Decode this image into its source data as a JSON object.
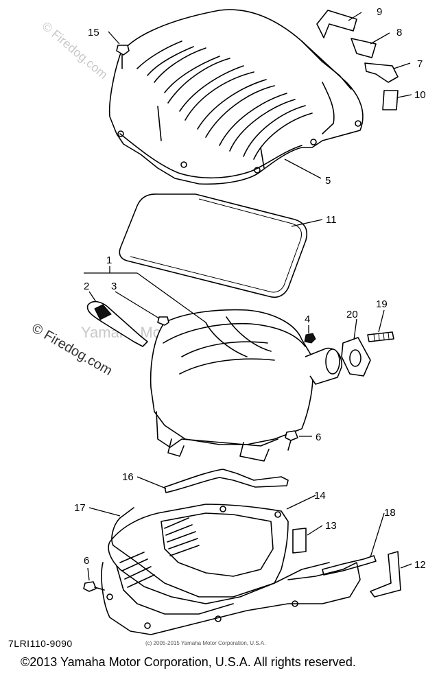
{
  "callouts": {
    "c1": "1",
    "c2": "2",
    "c3": "3",
    "c4": "4",
    "c5": "5",
    "c6a": "6",
    "c6b": "6",
    "c7": "7",
    "c8": "8",
    "c9": "9",
    "c10": "10",
    "c11": "11",
    "c12": "12",
    "c13": "13",
    "c14": "14",
    "c15": "15",
    "c16": "16",
    "c17": "17",
    "c18": "18",
    "c19": "19",
    "c20": "20"
  },
  "watermarks": {
    "firedog_top": "© Firedog.com",
    "firedog_left": "© Firedog.com",
    "yamaha_center": "Yamaha Motor Corp. U.S.A."
  },
  "footer": {
    "diagram_code": "7LRI110-9090",
    "small_copyright": "(c) 2005-2015 Yamaha Motor Corporation, U.S.A.",
    "copyright": "©2013 Yamaha Motor Corporation, U.S.A. All rights reserved."
  }
}
